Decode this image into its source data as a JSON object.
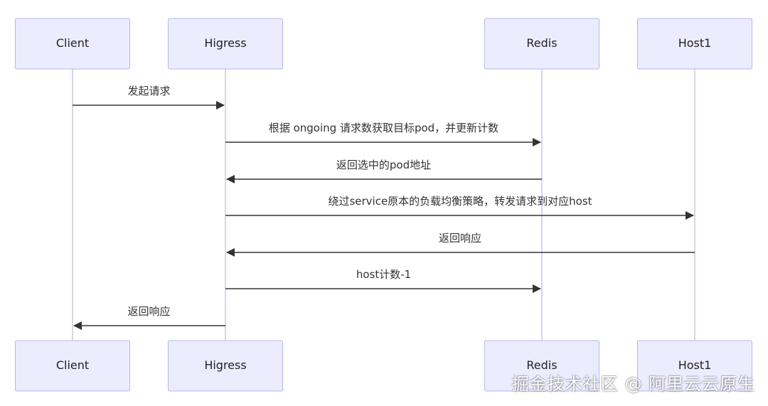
{
  "diagram": {
    "participants": [
      {
        "id": "client",
        "label": "Client"
      },
      {
        "id": "higress",
        "label": "Higress"
      },
      {
        "id": "redis",
        "label": "Redis"
      },
      {
        "id": "host1",
        "label": "Host1"
      }
    ],
    "messages": [
      {
        "from": "client",
        "to": "higress",
        "label": "发起请求"
      },
      {
        "from": "higress",
        "to": "redis",
        "label": "根据 ongoing 请求数获取目标pod，并更新计数"
      },
      {
        "from": "redis",
        "to": "higress",
        "label": "返回选中的pod地址"
      },
      {
        "from": "higress",
        "to": "host1",
        "label": "绕过service原本的负载均衡策略，转发请求到对应host"
      },
      {
        "from": "host1",
        "to": "higress",
        "label": "返回响应"
      },
      {
        "from": "higress",
        "to": "redis",
        "label": "host计数-1"
      },
      {
        "from": "higress",
        "to": "client",
        "label": "返回响应"
      }
    ]
  },
  "watermark": "掘金技术社区 @ 阿里云云原生",
  "colors": {
    "participant_fill": "#ececff",
    "participant_stroke": "#b7b7e9",
    "lifeline": "#c9c9e8",
    "message_line": "#333333",
    "text": "#333333"
  }
}
